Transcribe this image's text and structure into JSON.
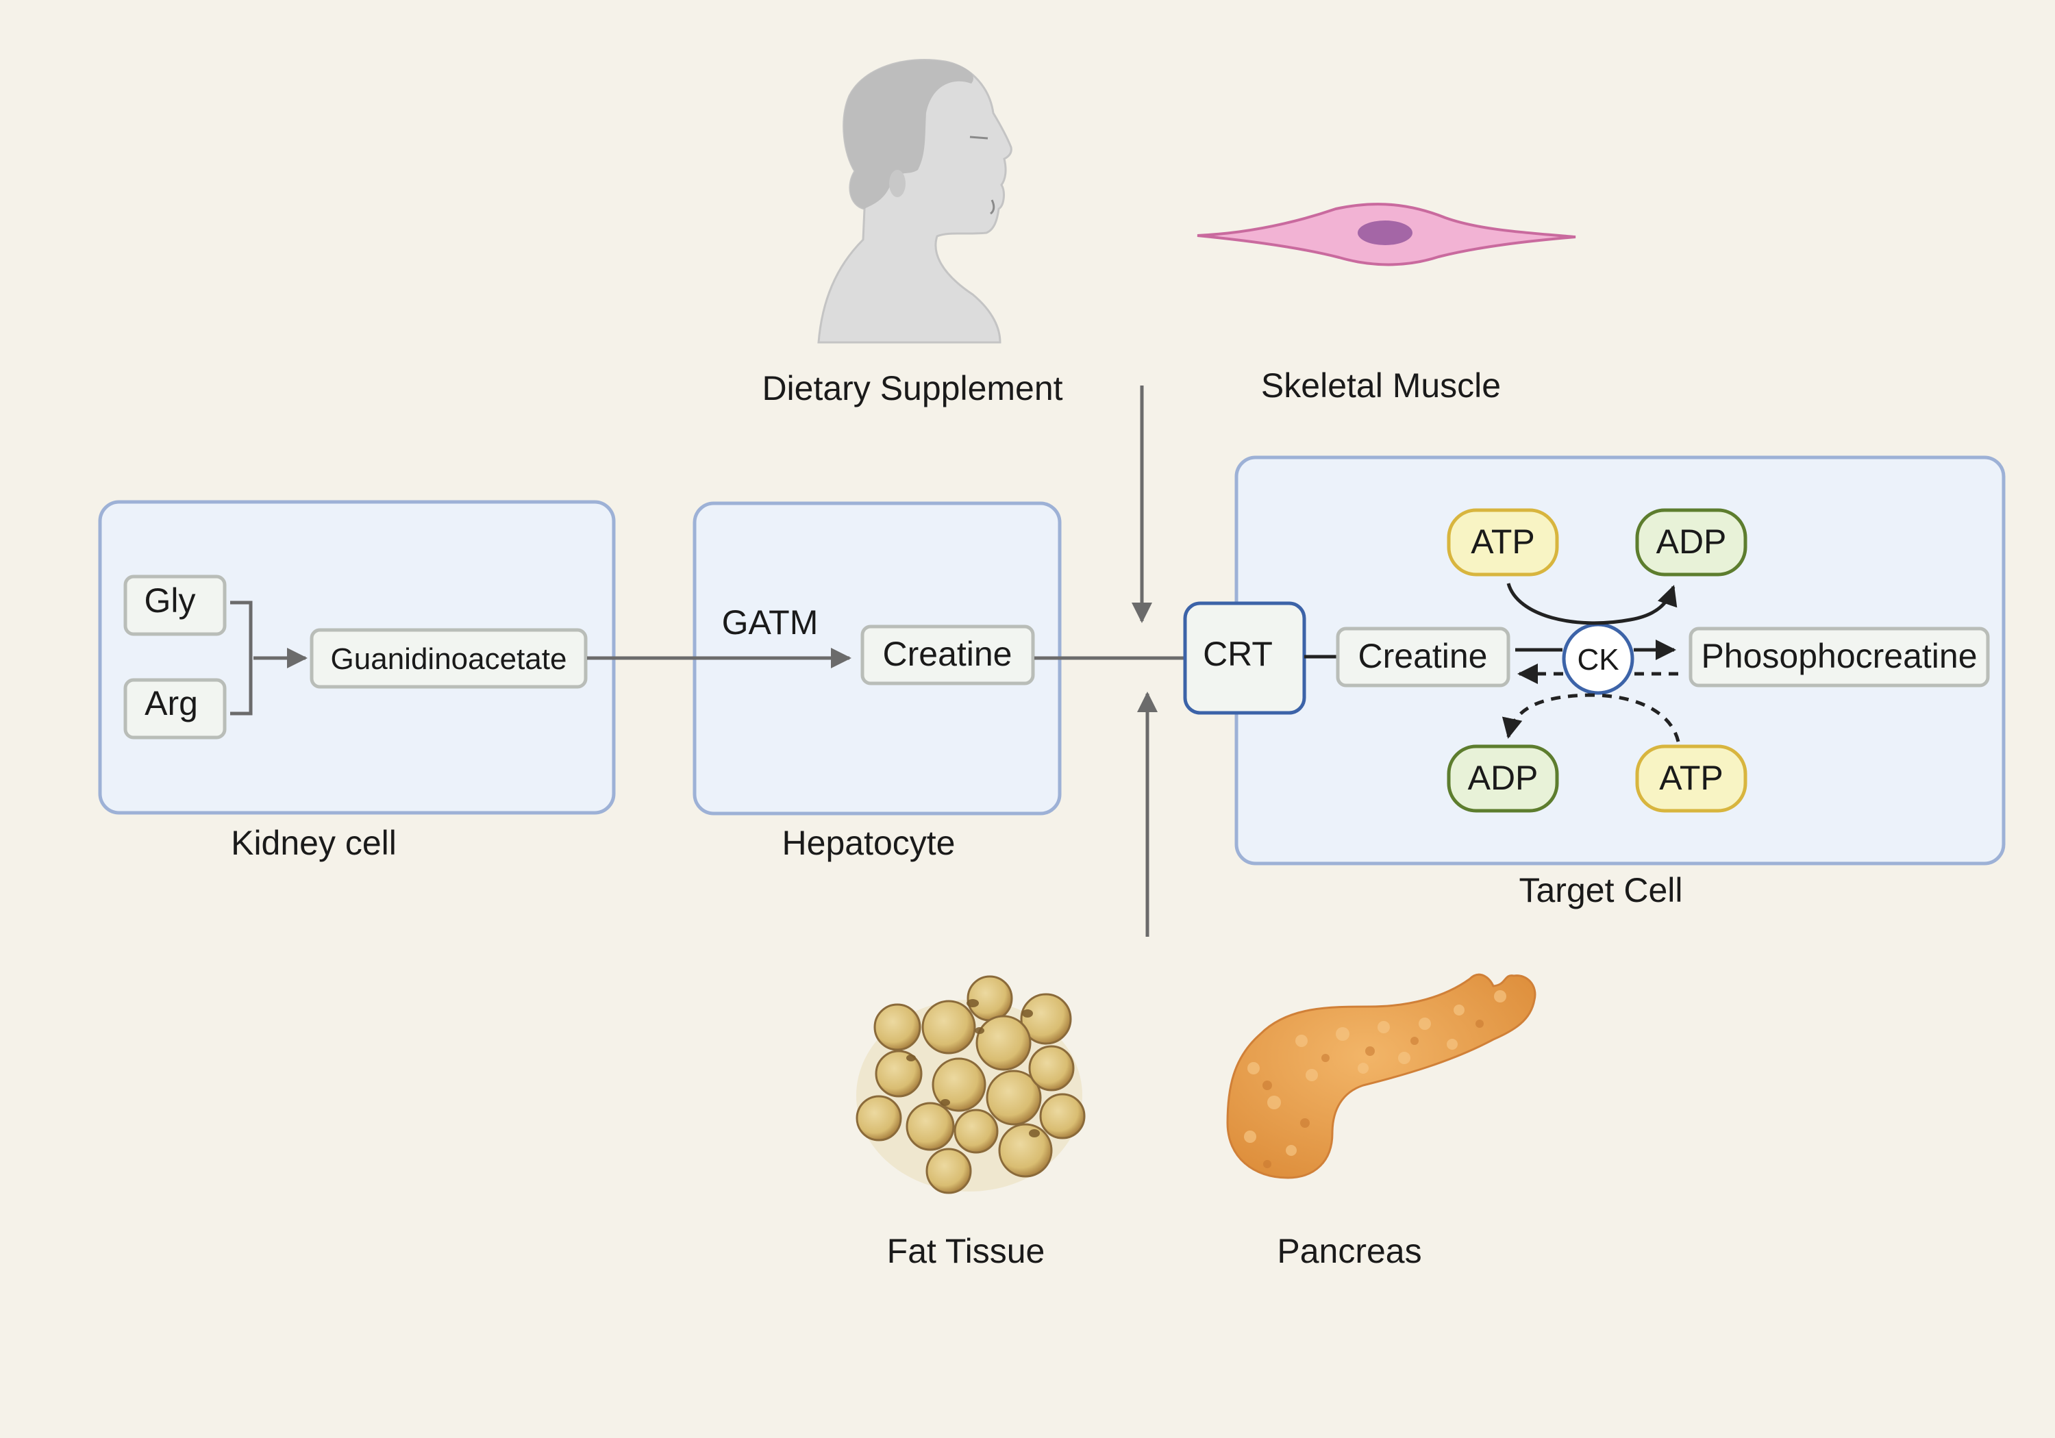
{
  "external_sources": {
    "dietary_supplement": "Dietary Supplement",
    "skeletal_muscle": "Skeletal Muscle",
    "fat_tissue": "Fat Tissue",
    "pancreas": "Pancreas"
  },
  "kidney_cell": {
    "label": "Kidney cell",
    "gly": "Gly",
    "arg": "Arg",
    "product": "Guanidinoacetate"
  },
  "hepatocyte": {
    "label": "Hepatocyte",
    "enzyme": "GATM",
    "product": "Creatine"
  },
  "target_cell": {
    "label": "Target Cell",
    "transporter": "CRT",
    "creatine": "Creatine",
    "enzyme": "CK",
    "product": "Phosophocreatine",
    "atp_top": "ATP",
    "adp_top": "ADP",
    "adp_bottom": "ADP",
    "atp_bottom": "ATP"
  },
  "colors": {
    "background": "#f5f2e9",
    "cell_fill": "#ecf2fa",
    "cell_border": "#9db1d6",
    "transporter_border": "#3c63a8",
    "atp_fill": "#f8f4c4",
    "adp_fill": "#e8f2d8",
    "muscle_fill": "#f2b3d4",
    "fat_fill": "#e0c57d",
    "pancreas_fill": "#e7a04f"
  },
  "icons": [
    "human-head-icon",
    "muscle-cell-icon",
    "fat-tissue-icon",
    "pancreas-icon"
  ]
}
